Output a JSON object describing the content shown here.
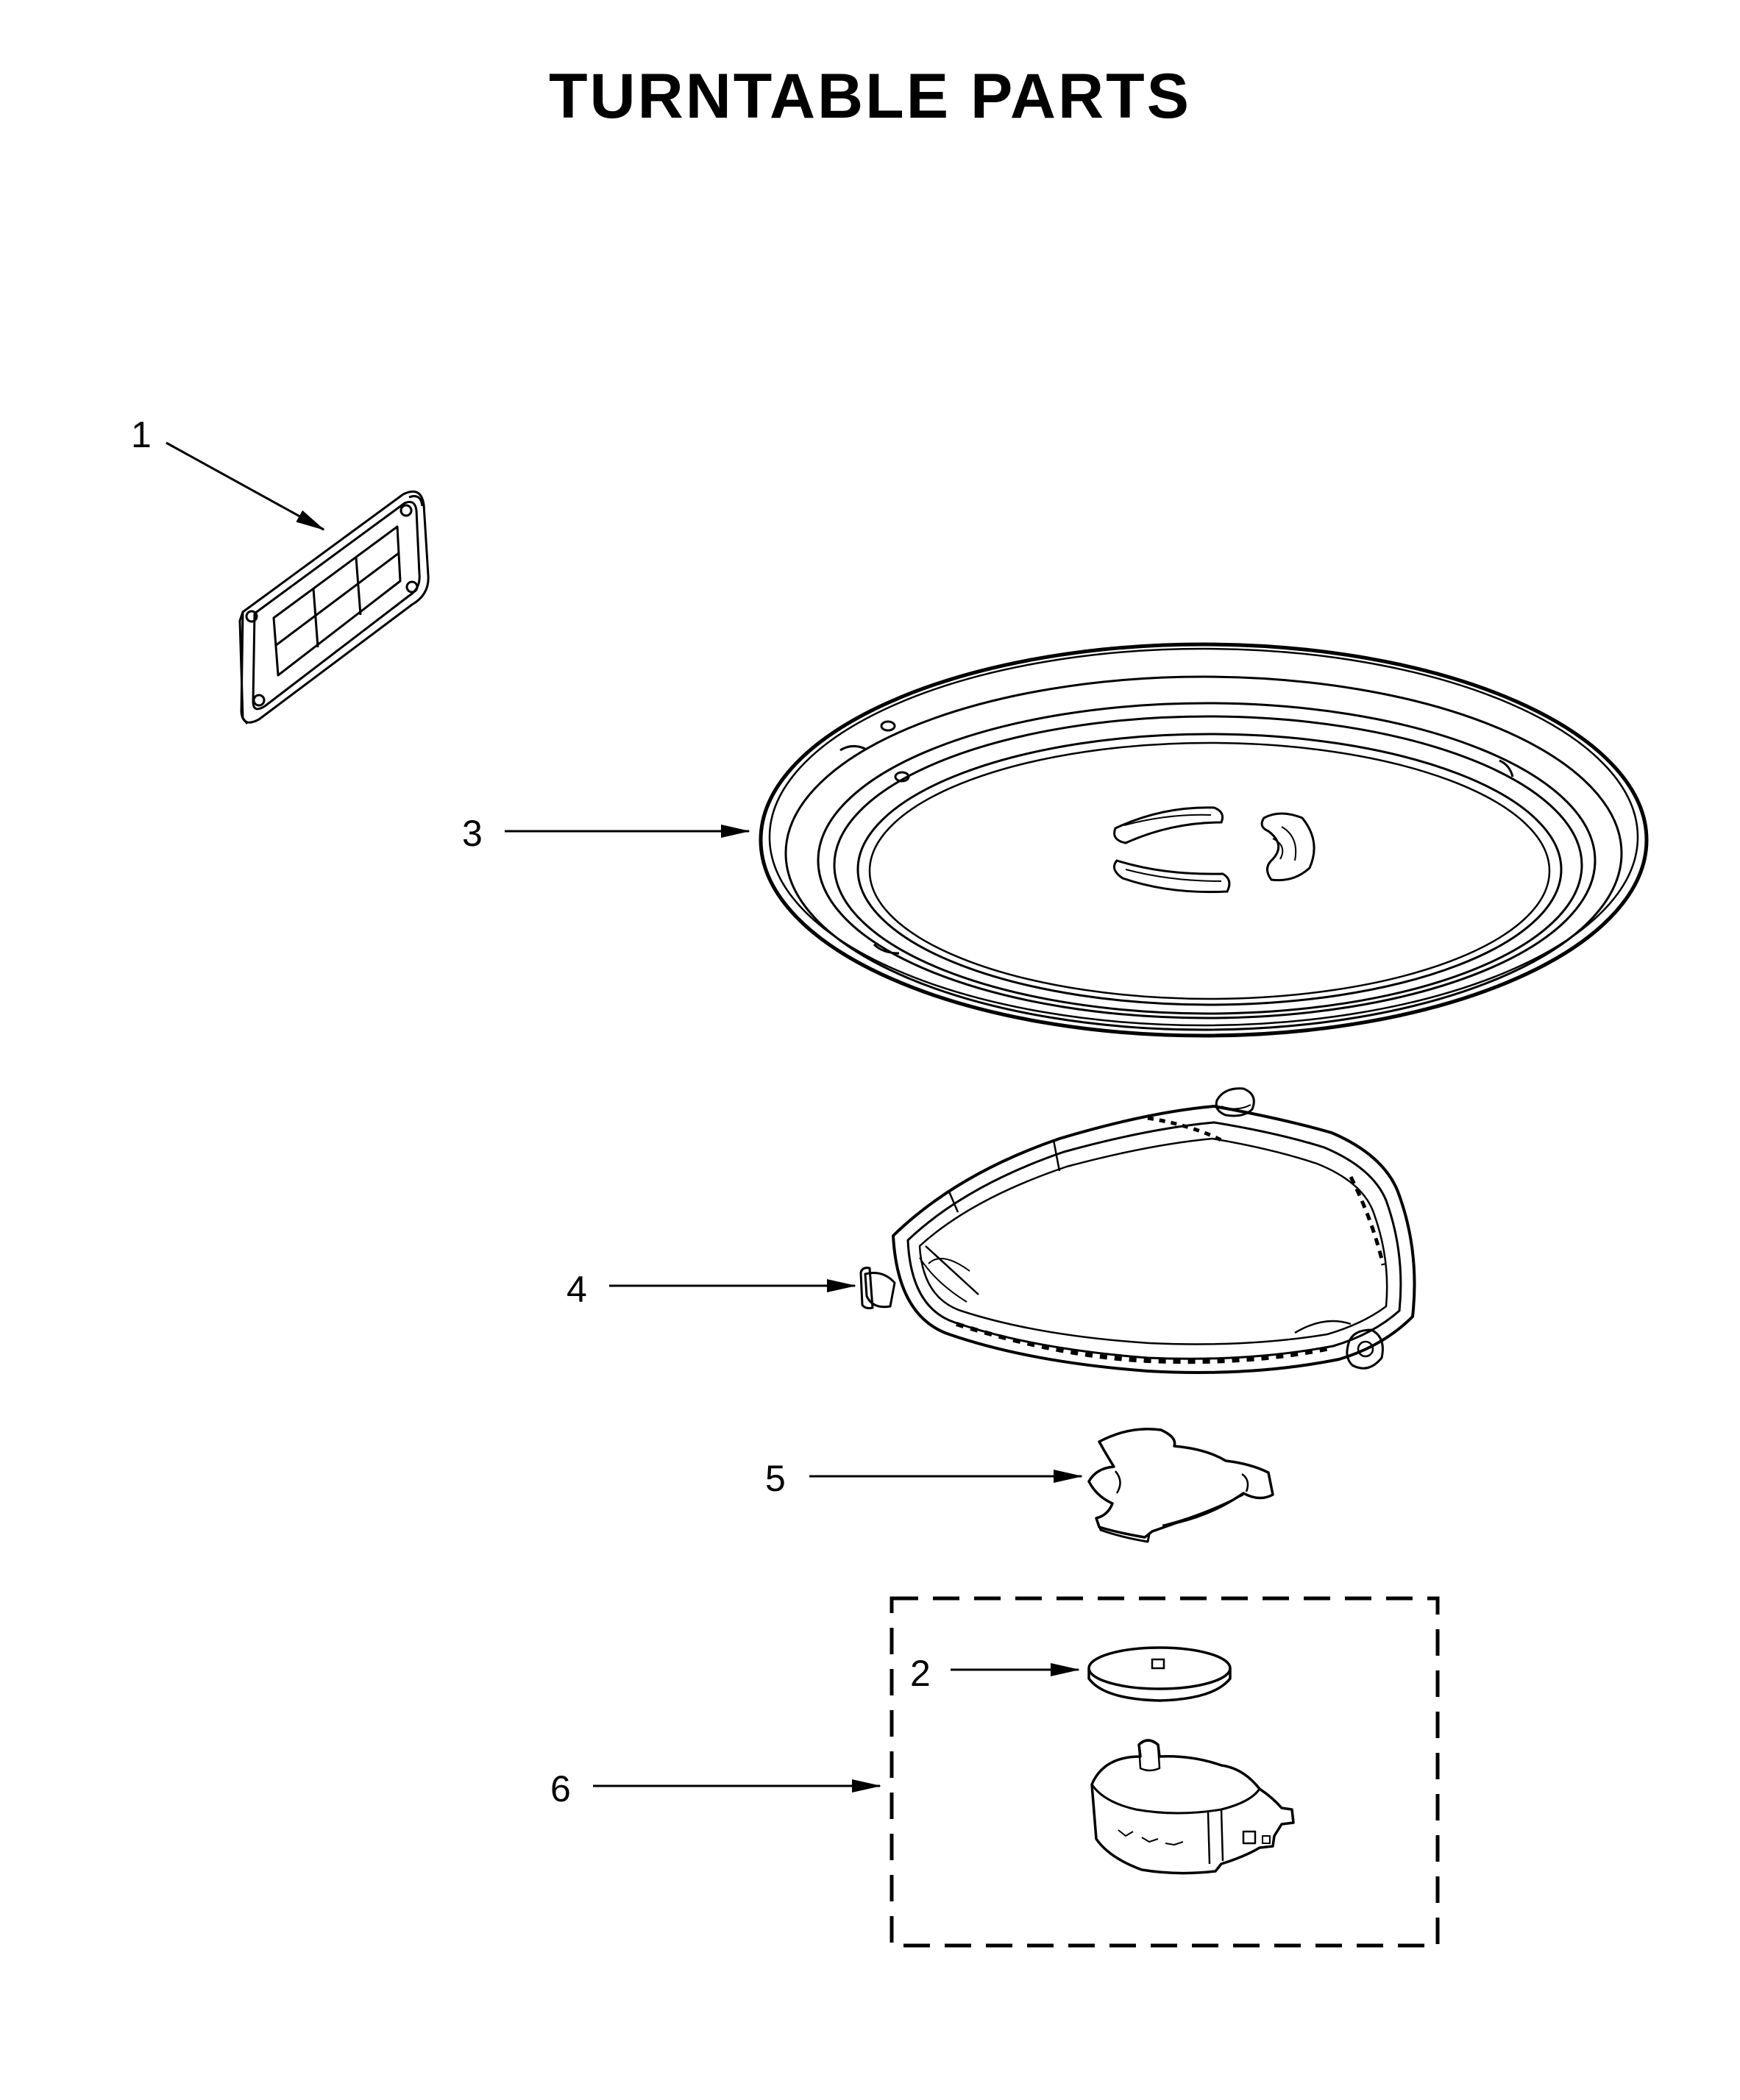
{
  "title": "TURNTABLE PARTS",
  "callouts": [
    {
      "id": "1",
      "label": "1"
    },
    {
      "id": "3",
      "label": "3"
    },
    {
      "id": "4",
      "label": "4"
    },
    {
      "id": "5",
      "label": "5"
    },
    {
      "id": "2",
      "label": "2"
    },
    {
      "id": "6",
      "label": "6"
    }
  ],
  "colors": {
    "line": "#000000",
    "background": "#ffffff"
  }
}
